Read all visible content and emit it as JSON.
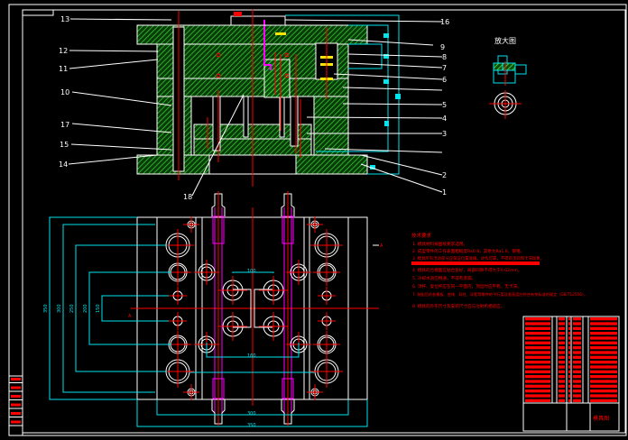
{
  "drawing": {
    "type": "injection mold assembly drawing",
    "background": "#000000",
    "colors": {
      "outline": "#ffffff",
      "hatch": "#1fae1f",
      "dimension": "#00e5ee",
      "centerline": "#ff0000",
      "runner": "#ff00ff",
      "spring": "#ffe600",
      "text_red": "#ff0000"
    }
  },
  "section_view": {
    "title_label": "A-A",
    "left_callouts": [
      "13",
      "12",
      "11",
      "10",
      "17",
      "15",
      "14"
    ],
    "right_callouts": [
      "16",
      "9",
      "8",
      "7",
      "6",
      "5",
      "4",
      "3",
      "2",
      "1"
    ],
    "bottom_callout": "18"
  },
  "detail_view": {
    "title": "放大图"
  },
  "plan_view": {
    "section_mark_left": "A",
    "section_mark_right": "A",
    "vertical_dims": [
      "350",
      "300",
      "250",
      "200",
      "150"
    ],
    "horizontal_dims": [
      "100",
      "160",
      "300",
      "350"
    ]
  },
  "technical_requirements": {
    "heading": "技术要求",
    "items": [
      "1. 模具材料按图纸要求选用。",
      "2. 成型零件的工作表面粗糙度Ra0.8，其余为Ra1.6，镀铬。",
      "3. 模具所有活动部分应保证位置准确，动作可靠，不得有歪斜和卡滞现象。",
      "4. 模具的合模面应贴合良好，局部间隙不得大于0.02mm。",
      "5. 冷却水道应畅通，不得有渗漏。",
      "6. 顶杆、复位杆应在同一平面内，顶出时应平稳、无卡滞。",
      "7. 装配后的各模板、垫块、导柱、导套等零件的平行度及垂直度应符合有关标准的规定（GB/T12556）。",
      "8. 模具的外形尺寸及安装尺寸应与注射机相适应。"
    ]
  },
  "title_block": {
    "drawing_name": "模具图",
    "rows": 18
  },
  "revision_strip": {
    "rows": 6
  }
}
